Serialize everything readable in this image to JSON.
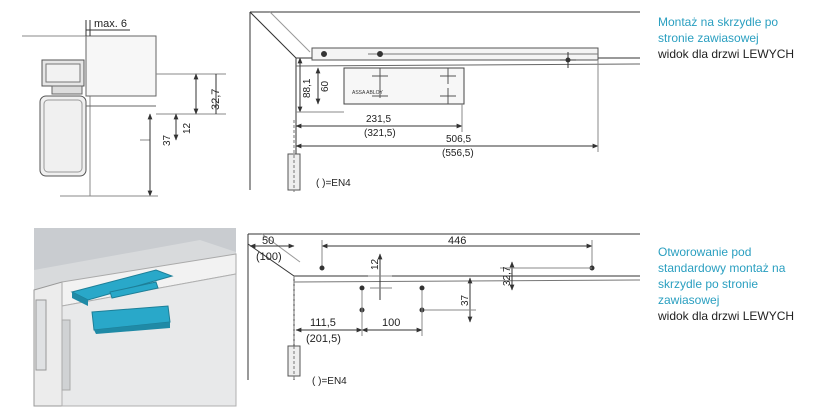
{
  "captions": {
    "top": {
      "lines": [
        "Montaż na skrzydle po",
        "stronie zawiasowej"
      ],
      "subtitle": "widok dla drzwi LEWYCH"
    },
    "bottom": {
      "lines": [
        "Otworowanie pod",
        "standardowy montaż na",
        "skrzydle po stronie",
        "zawiasowej"
      ],
      "subtitle": "widok dla drzwi LEWYCH"
    }
  },
  "side_view": {
    "max_label": "max. 6",
    "dim_32_7": "32,7",
    "dim_12": "12",
    "dim_37": "37"
  },
  "top_plan": {
    "dim_88_1": "88,1",
    "dim_60": "60",
    "brand": "ASSA ABLOY",
    "dim_231_5": "231,5",
    "dim_321_5": "(321,5)",
    "dim_506_5": "506,5",
    "dim_556_5": "(556,5)",
    "note": "( )=EN4"
  },
  "drill_plan": {
    "dim_50": "50",
    "dim_100_paren": "(100)",
    "dim_446": "446",
    "dim_12": "12",
    "dim_32_7": "32,7",
    "dim_37": "37",
    "dim_111_5": "111,5",
    "dim_201_5": "(201,5)",
    "dim_100": "100",
    "note": "( )=EN4"
  },
  "colors": {
    "line": "#333333",
    "closer": "#29a8c9",
    "photo_bg": "#c9ccd0",
    "caption_blue": "#2a9fc0"
  }
}
